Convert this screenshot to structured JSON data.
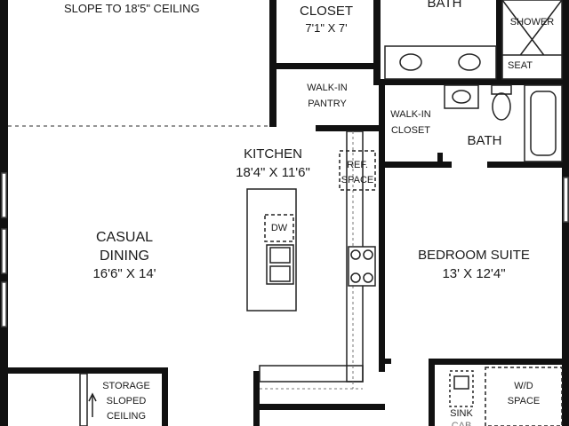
{
  "plan": {
    "top_room": {
      "line1": "SLOPE TO 18'5\" CEILING"
    },
    "closet": {
      "name": "CLOSET",
      "dims": "7'1\" X 7'"
    },
    "bath_top": {
      "name": "BATH"
    },
    "shower": {
      "name": "SHOWER",
      "seat": "SEAT"
    },
    "pantry": {
      "line1": "WALK-IN",
      "line2": "PANTRY"
    },
    "walkin_closet": {
      "line1": "WALK-IN",
      "line2": "CLOSET"
    },
    "bath": {
      "name": "BATH"
    },
    "kitchen": {
      "name": "KITCHEN",
      "dims": "18'4\" X 11'6\""
    },
    "fridge": {
      "line1": "REF.",
      "line2": "SPACE"
    },
    "dishwasher": {
      "name": "DW"
    },
    "casual_dining": {
      "line1": "CASUAL",
      "line2": "DINING",
      "dims": "16'6\" X 14'"
    },
    "bedroom": {
      "name": "BEDROOM SUITE",
      "dims": "13' X 12'4\""
    },
    "storage": {
      "line1": "STORAGE",
      "line2": "SLOPED",
      "line3": "CEILING"
    },
    "laundry": {
      "line1": "W/D",
      "line2": "SPACE"
    },
    "sink": {
      "name": "SINK",
      "cut": "CAB"
    }
  }
}
